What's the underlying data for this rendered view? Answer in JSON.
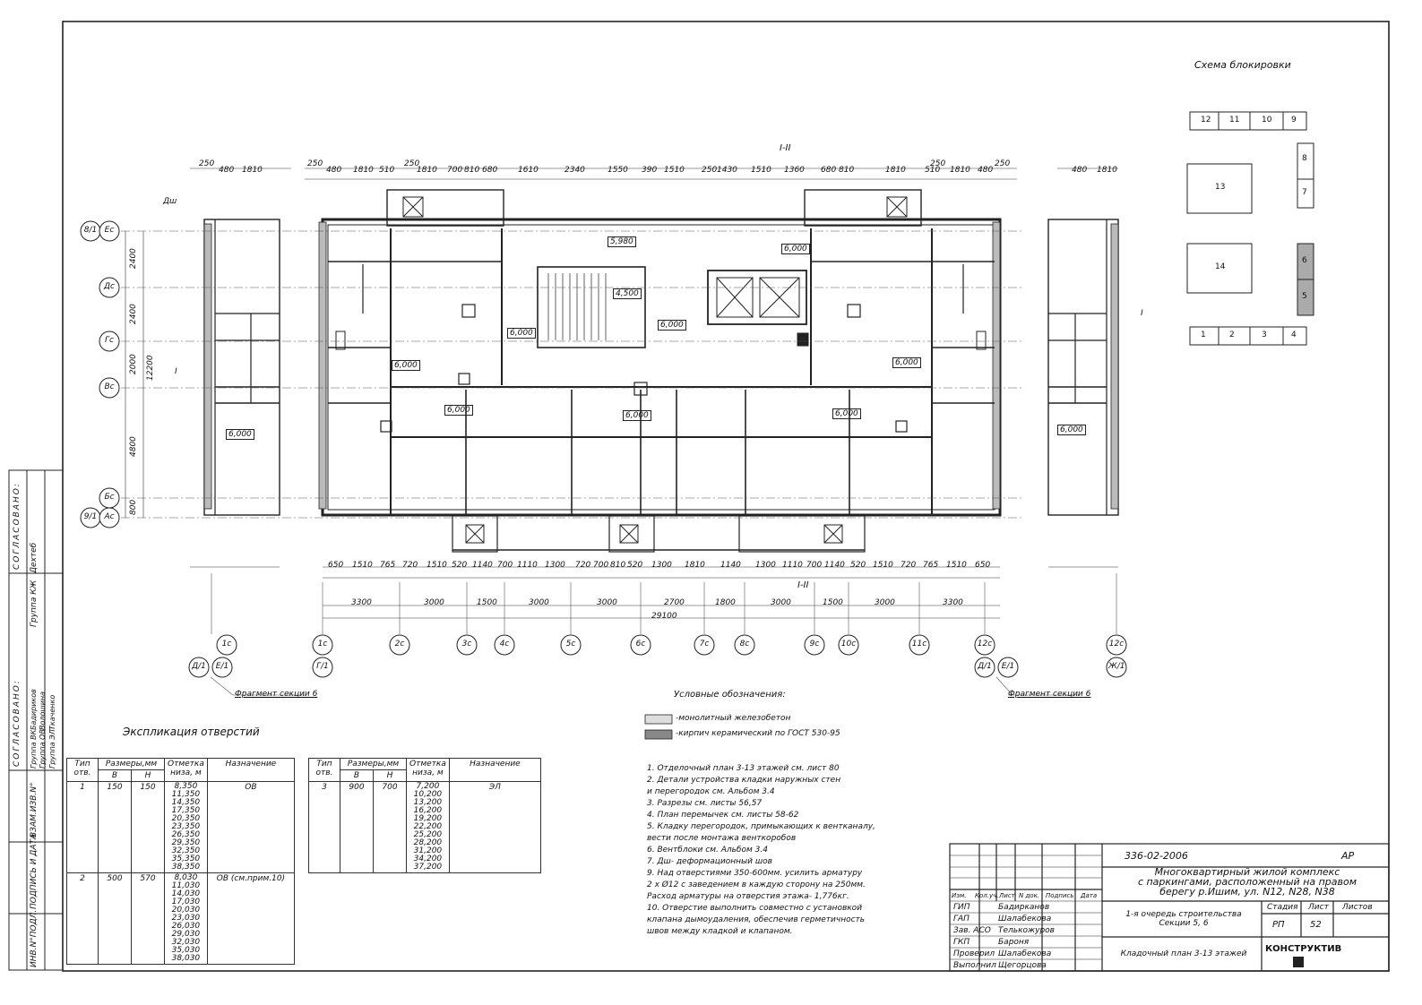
{
  "block_scheme": {
    "title": "Схема блокировки",
    "sections": [
      "12",
      "11",
      "10",
      "9",
      "8",
      "7",
      "13",
      "14",
      "6",
      "5",
      "1",
      "2",
      "3",
      "4"
    ]
  },
  "axes": {
    "rows_left": [
      {
        "mark": "8/1",
        "axis": "Ес"
      },
      {
        "axis": "Дс"
      },
      {
        "axis": "Гс"
      },
      {
        "axis": "Вс"
      },
      {
        "axis": "Бс"
      },
      {
        "mark": "9/1",
        "axis": "Ас"
      }
    ],
    "row_dims": [
      "2400",
      "2400",
      "2000",
      "4800",
      "800"
    ],
    "row_total": "12200",
    "cols": [
      "1с",
      "2с",
      "3с",
      "4с",
      "5с",
      "6с",
      "7с",
      "8с",
      "9с",
      "10с",
      "11с",
      "12с"
    ],
    "bottom_dims": [
      "3300",
      "3000",
      "1500",
      "3000",
      "3000",
      "2700",
      "1800",
      "3000",
      "1500",
      "3000",
      "3300"
    ],
    "bottom_total": "29100",
    "left_marks": [
      "Д/1",
      "Е/1"
    ],
    "left_col": "1с",
    "right_marks": [
      "Д/1",
      "Е/1"
    ],
    "right_col": "12с",
    "far_right_col": "12с",
    "far_right_mark": "Ж/1",
    "fragment_left": "Фрагмент секции 6",
    "fragment_right": "Фрагмент секции 6",
    "cut_top": "I-II",
    "cut_bottom": "I-II",
    "cut_mark": "I"
  },
  "plan_labels": {
    "heights": [
      "5,980",
      "6,000",
      "4,500",
      "6,000",
      "6,000",
      "6,000",
      "6,000",
      "6,000",
      "6,000",
      "6,000",
      "6,000",
      "6,000"
    ],
    "top_dims": [
      "250",
      "480",
      "1810",
      "250",
      "480",
      "1810",
      "510",
      "250",
      "1810",
      "700",
      "810",
      "680",
      "1610",
      "2340",
      "1550",
      "390",
      "1510",
      "250",
      "1430",
      "1510",
      "1360",
      "680",
      "810",
      "1810",
      "510",
      "250",
      "1810",
      "480",
      "250",
      "480",
      "1810"
    ],
    "bottom_plan_dims": [
      "650",
      "1510",
      "765",
      "720",
      "1510",
      "520",
      "1140",
      "700",
      "1110",
      "1300",
      "720",
      "700",
      "810",
      "520",
      "1300",
      "1810",
      "1140",
      "1300",
      "1110",
      "700",
      "1140",
      "520",
      "1510",
      "720",
      "765",
      "1510",
      "650"
    ],
    "dsh": "Дш"
  },
  "legend": {
    "title": "Условные обозначения:",
    "items": [
      "-монолитный железобетон",
      "-кирпич керамический по ГОСТ 530-95"
    ]
  },
  "notes": [
    "1.  Отделочный план 3-13 этажей см. лист 80",
    "2.  Детали устройства кладки наружных стен",
    "     и перегородок см. Альбом 3.4",
    "3.  Разрезы см. листы 56,57",
    "4.  План перемычек см. листы 58-62",
    "5.  Кладку перегородок, примыкающих к вентканалу,",
    "     вести после монтажа венткоробов",
    "6.  Вентблоки см. Альбом 3.4",
    "7.  Дш- деформационный шов",
    "9.  Над отверстиями 350-600мм. усилить арматуру",
    "     2 х Ø12 с заведением в каждую сторону на 250мм.",
    "     Расход арматуры на отверстия этажа- 1,776кг.",
    "10.  Отверстие выполнить совместно с установкой",
    "     клапана дымоудаления, обеспечив герметичность",
    "     швов между кладкой и клапаном."
  ],
  "explication": {
    "title": "Экспликация отверстий",
    "headers": {
      "type": "Тип отв.",
      "sizes": "Размеры,мм",
      "b": "В",
      "h": "Н",
      "mark": "Отметка низа, м",
      "purpose": "Назначение"
    },
    "rows_left": [
      {
        "type": "1",
        "b": "150",
        "h": "150",
        "marks": [
          "8,350",
          "11,350",
          "14,350",
          "17,350",
          "20,350",
          "23,350",
          "26,350",
          "29,350",
          "32,350",
          "35,350",
          "38,350"
        ],
        "purpose": "ОВ"
      },
      {
        "type": "2",
        "b": "500",
        "h": "570",
        "marks": [
          "8,030",
          "11,030",
          "14,030",
          "17,030",
          "20,030",
          "23,030",
          "26,030",
          "29,030",
          "32,030",
          "35,030",
          "38,030"
        ],
        "purpose": "ОВ (см.прим.10)"
      }
    ],
    "rows_right": [
      {
        "type": "3",
        "b": "900",
        "h": "700",
        "marks": [
          "7,200",
          "10,200",
          "13,200",
          "16,200",
          "19,200",
          "22,200",
          "25,200",
          "28,200",
          "31,200",
          "34,200",
          "37,200"
        ],
        "purpose": "ЭЛ"
      }
    ]
  },
  "side_stamp": {
    "agreed1": "СОГЛАСОВАНО:",
    "agreed2": "СОГЛАСОВАНО:",
    "group_kzh": "Группа КЖ",
    "group_kzh_name": "Дехтеб",
    "group_vk": "Группа ВК",
    "group_vk_name": "Бадириков",
    "group_ov": "Группа ОВ",
    "group_ov_name": "Волошина",
    "group_el": "Группа ЭЛ",
    "group_el_name": "Ткаченко",
    "inv_zam": "ВЗАМ.ИЗВ.N°",
    "sign_date": "ПОДПИСЬ И ДАТА",
    "inv_podl": "ИНВ.N°ПОДЛ."
  },
  "title_block": {
    "code": "336-02-2006",
    "section": "АР",
    "project": [
      "Многоквартирный жилой комплекс",
      "с паркингами, расположенный на правом",
      "берегу р.Ишим, ул. N12, N28, N38"
    ],
    "stage_desc": [
      "1-я очередь строительства",
      "Секции 5, 6"
    ],
    "sheet_name": "Кладочный план 3-13 этажей",
    "col_headers": [
      "Изм.",
      "Кол.уч.",
      "Лист",
      "N док.",
      "Подпись",
      "Дата"
    ],
    "people": [
      {
        "role": "ГИП",
        "name": "Бадирканов"
      },
      {
        "role": "ГАП",
        "name": "Шалабекова"
      },
      {
        "role": "Зав. АСО",
        "name": "Телькожуров"
      },
      {
        "role": "ГКП",
        "name": "Бароня"
      },
      {
        "role": "Проверил",
        "name": "Шалабекова"
      },
      {
        "role": "Выполнил",
        "name": "Щегорцова"
      }
    ],
    "stage_h": "Стадия",
    "sheet_h": "Лист",
    "sheets_h": "Листов",
    "stage": "РП",
    "sheet": "52",
    "sheets": "",
    "company": "КОНСТРУКТИВ"
  }
}
